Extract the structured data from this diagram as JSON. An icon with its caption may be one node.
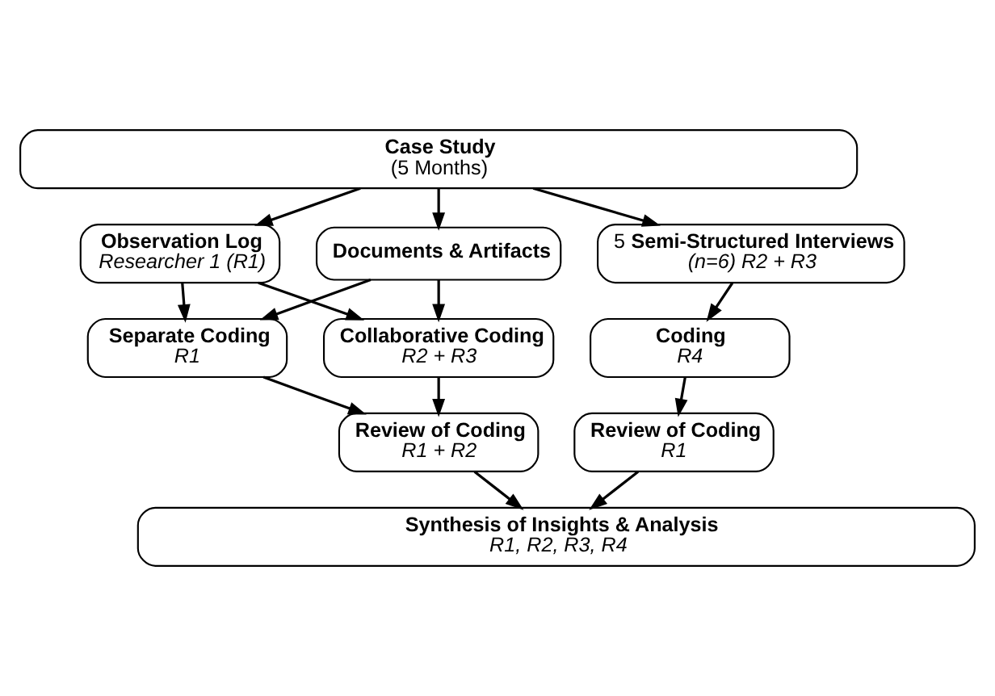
{
  "diagram": {
    "nodes": [
      {
        "text": [
          "Case Study",
          "(5 Months)"
        ]
      },
      {
        "text": [
          "Observation Log",
          "Researcher 1 (R1)"
        ]
      },
      {
        "text": [
          "Documents & Artifacts"
        ]
      },
      {
        "text": [
          "5 **Semi-Structured Interviews**",
          "(n=6) R2 + R3"
        ]
      },
      {
        "text": [
          "Separate Coding",
          "R1"
        ]
      },
      {
        "text": [
          "Collaborative Coding",
          "R2 + R3"
        ]
      },
      {
        "text": [
          "Coding",
          "R4"
        ]
      },
      {
        "text": [
          "Review of Coding",
          "R1 + R2"
        ]
      },
      {
        "text": [
          "Review of Coding",
          "R1"
        ]
      },
      {
        "text": [
          "Synthesis of Insights & Analysis",
          "R1, R2, R3, R4"
        ]
      }
    ],
    "edges": [
      {
        "from": 0,
        "to": 1,
        "arrow": "to"
      },
      {
        "from": 0,
        "to": 2,
        "arrow": "to"
      },
      {
        "from": 0,
        "to": 3,
        "arrow": "to"
      },
      {
        "from": 1,
        "to": 4,
        "arrow": "to"
      },
      {
        "from": 1,
        "to": 5,
        "arrow": "to"
      },
      {
        "from": 2,
        "to": 4,
        "arrow": "to"
      },
      {
        "from": 2,
        "to": 5,
        "arrow": "to"
      },
      {
        "from": 3,
        "to": 6,
        "arrow": "to"
      },
      {
        "from": 4,
        "to": 7,
        "arrow": "to"
      },
      {
        "from": 5,
        "to": 7,
        "arrow": "to"
      },
      {
        "from": 6,
        "to": 8,
        "arrow": "to"
      },
      {
        "from": 7,
        "to": 9,
        "arrow": "to"
      },
      {
        "from": 8,
        "to": 9,
        "arrow": "to"
      }
    ]
  }
}
